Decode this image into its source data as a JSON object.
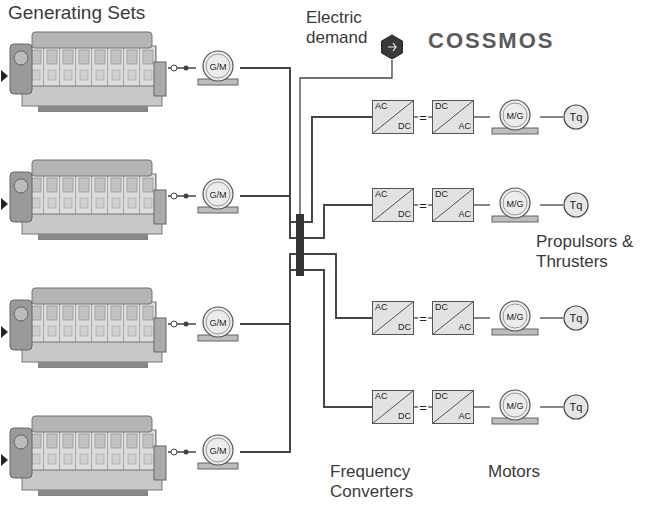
{
  "diagram": {
    "nodes": [
      {
        "text": [
          "G/M"
        ]
      },
      {
        "text": [
          "G/M"
        ]
      },
      {
        "text": [
          "G/M"
        ]
      },
      {
        "text": [
          "G/M"
        ]
      },
      {
        "text": [
          "AC",
          "DC"
        ]
      },
      {
        "text": [
          "DC",
          "AC"
        ]
      },
      {
        "text": [
          "M/G"
        ]
      },
      {
        "text": [
          "Tq"
        ]
      },
      {
        "text": [
          "AC",
          "DC"
        ]
      },
      {
        "text": [
          "DC",
          "AC"
        ]
      },
      {
        "text": [
          "M/G"
        ]
      },
      {
        "text": [
          "Tq"
        ]
      },
      {
        "text": [
          "AC",
          "DC"
        ]
      },
      {
        "text": [
          "DC",
          "AC"
        ]
      },
      {
        "text": [
          "M/G"
        ]
      },
      {
        "text": [
          "Tq"
        ]
      },
      {
        "text": [
          "AC",
          "DC"
        ]
      },
      {
        "text": [
          "DC",
          "AC"
        ]
      },
      {
        "text": [
          "M/G"
        ]
      },
      {
        "text": [
          "Tq"
        ]
      }
    ],
    "edges": [
      {
        "from": 0,
        "to": 4,
        "arrow": "none"
      },
      {
        "from": 0,
        "to": 8,
        "arrow": "none"
      },
      {
        "from": 0,
        "to": 12,
        "arrow": "none"
      },
      {
        "from": 0,
        "to": 16,
        "arrow": "none"
      },
      {
        "from": 1,
        "to": 4,
        "arrow": "none"
      },
      {
        "from": 1,
        "to": 8,
        "arrow": "none"
      },
      {
        "from": 1,
        "to": 12,
        "arrow": "none"
      },
      {
        "from": 1,
        "to": 16,
        "arrow": "none"
      },
      {
        "from": 2,
        "to": 4,
        "arrow": "none"
      },
      {
        "from": 2,
        "to": 8,
        "arrow": "none"
      },
      {
        "from": 2,
        "to": 12,
        "arrow": "none"
      },
      {
        "from": 2,
        "to": 16,
        "arrow": "none"
      },
      {
        "from": 3,
        "to": 4,
        "arrow": "none"
      },
      {
        "from": 3,
        "to": 8,
        "arrow": "none"
      },
      {
        "from": 3,
        "to": 12,
        "arrow": "none"
      },
      {
        "from": 3,
        "to": 16,
        "arrow": "none"
      },
      {
        "from": 4,
        "to": 5,
        "label": "=",
        "arrow": "none"
      },
      {
        "from": 5,
        "to": 6,
        "arrow": "none"
      },
      {
        "from": 6,
        "to": 7,
        "arrow": "none"
      },
      {
        "from": 8,
        "to": 9,
        "label": "=",
        "arrow": "none"
      },
      {
        "from": 9,
        "to": 10,
        "arrow": "none"
      },
      {
        "from": 10,
        "to": 11,
        "arrow": "none"
      },
      {
        "from": 12,
        "to": 13,
        "label": "=",
        "arrow": "none"
      },
      {
        "from": 13,
        "to": 14,
        "arrow": "none"
      },
      {
        "from": 14,
        "to": 15,
        "arrow": "none"
      },
      {
        "from": 16,
        "to": 17,
        "label": "=",
        "arrow": "none"
      },
      {
        "from": 17,
        "to": 18,
        "arrow": "none"
      },
      {
        "from": 18,
        "to": 19,
        "arrow": "none"
      }
    ],
    "labels": [
      "Generating Sets",
      "Electric demand",
      "COSSMOS",
      "Propulsors & Thrusters",
      "Frequency Converters",
      "Motors"
    ]
  }
}
